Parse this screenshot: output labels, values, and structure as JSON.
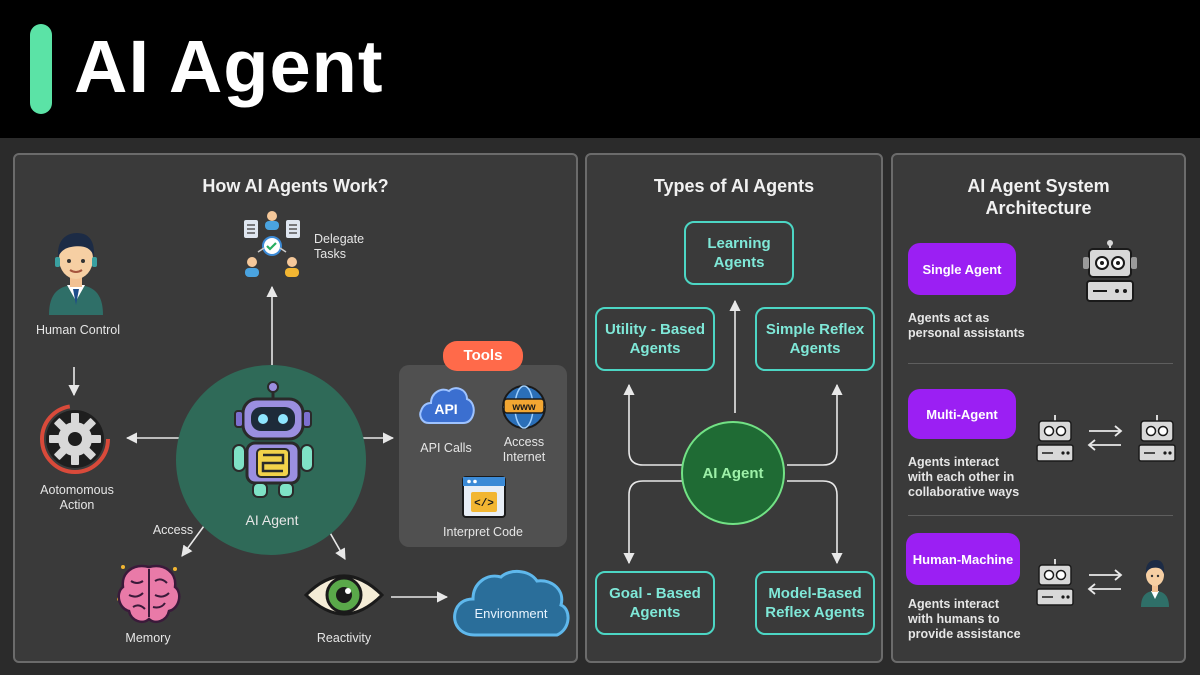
{
  "header": {
    "title": "AI Agent"
  },
  "colors": {
    "accent_green": "#5be3a6",
    "teal": "#4cd6c4",
    "purple": "#9b1ff3",
    "orange": "#ff6a4a",
    "center_green": "#1f6b34"
  },
  "panel_work": {
    "title": "How AI Agents Work?",
    "agent_label": "AI Agent",
    "delegate": "Delegate\nTasks",
    "human_control": "Human Control",
    "autonomous": "Aotomomous\nAction",
    "access": "Access",
    "memory": "Memory",
    "reactivity": "Reactivity",
    "environment": "Environment",
    "tools": {
      "title": "Tools",
      "api_calls": "API Calls",
      "access_internet": "Access\nInternet",
      "interpret_code": "Interpret Code",
      "api_glyph": "API",
      "www_glyph": "www",
      "code_glyph": "</>"
    },
    "icons": [
      "delegate-icon",
      "human-avatar-icon",
      "gear-icon",
      "robot-icon",
      "brain-icon",
      "eye-icon",
      "cloud-icon",
      "globe-icon",
      "code-window-icon"
    ]
  },
  "panel_types": {
    "title": "Types of AI Agents",
    "center": "AI Agent",
    "learning": "Learning\nAgents",
    "utility": "Utility - Based\nAgents",
    "simple_reflex": "Simple Reflex\nAgents",
    "goal": "Goal - Based\nAgents",
    "model_reflex": "Model-Based\nReflex Agents"
  },
  "panel_arch": {
    "title": "AI Agent System\nArchitecture",
    "single": {
      "label": "Single Agent",
      "desc": "Agents act as\npersonal assistants"
    },
    "multi": {
      "label": "Multi-Agent",
      "desc": "Agents interact\nwith each other in\ncollaborative ways"
    },
    "human": {
      "label": "Human-Machine",
      "desc": "Agents interact\nwith humans to\nprovide assistance"
    }
  }
}
